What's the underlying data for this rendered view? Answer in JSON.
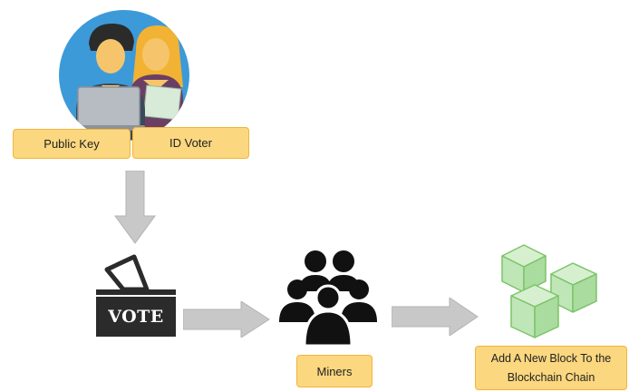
{
  "voters": {
    "icon": "voters-icon",
    "public_key_label": "Public Key",
    "id_voter_label": "ID Voter"
  },
  "ballot": {
    "icon": "ballot-box-icon",
    "text": "VOTE"
  },
  "miners": {
    "icon": "miners-group-icon",
    "label": "Miners"
  },
  "blockchain": {
    "icon": "blocks-icon",
    "label_line1": "Add A New Block To the",
    "label_line2": "Blockchain Chain"
  },
  "colors": {
    "label_fill": "#fbd77f",
    "label_border": "#f2b43c",
    "arrow": "#c8c8c8",
    "block_green": "#bfe6b6",
    "circle_blue": "#3d9ad8"
  }
}
